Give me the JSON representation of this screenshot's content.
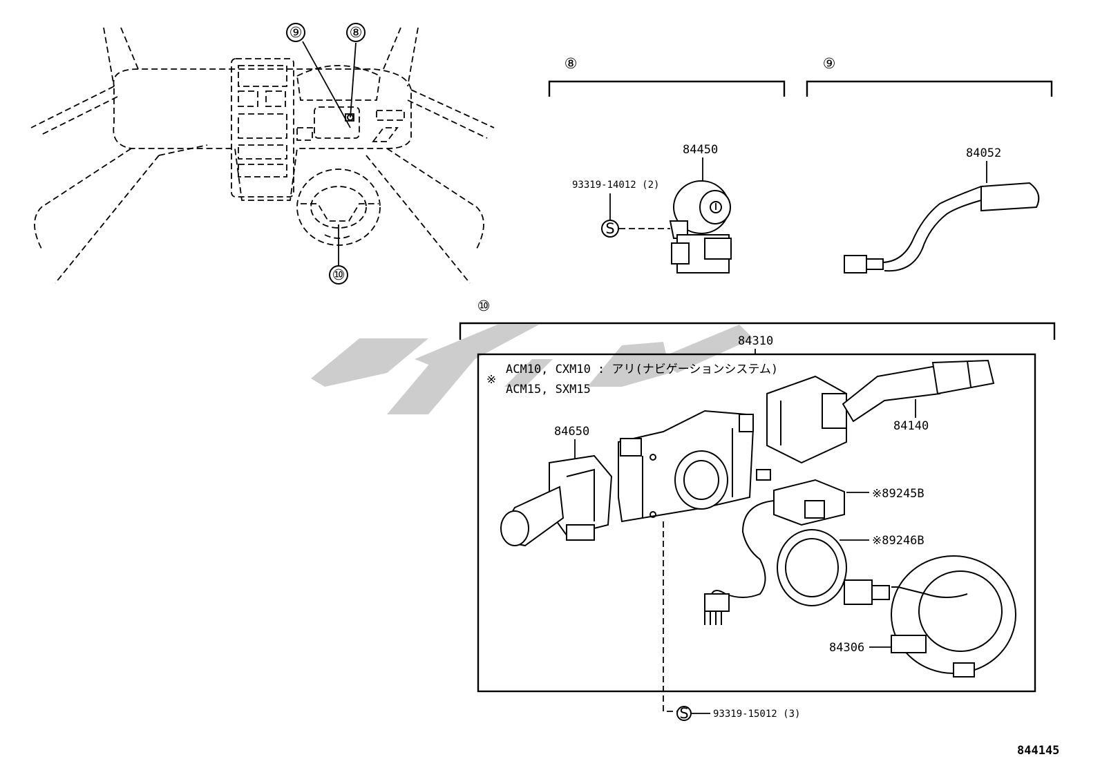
{
  "callouts": {
    "c8": "⑧",
    "c9": "⑨",
    "c10": "⑩"
  },
  "sections": {
    "s8_label": "⑧",
    "s9_label": "⑨",
    "s10_label": "⑩"
  },
  "parts": {
    "p84450": "84450",
    "p93319_14012": "93319-14012 (2)",
    "s_mark": "S",
    "p84052": "84052",
    "p84310": "84310",
    "p84650": "84650",
    "p84140": "84140",
    "p89245B": "※89245B",
    "p89246B": "※89246B",
    "p84306": "84306",
    "p93319_15012": "93319-15012 (3)"
  },
  "note": {
    "line1": "ACM10, CXM10 : アリ(ナビゲーションシステム)",
    "asterisk": "※",
    "line2": "ACM15, SXM15"
  },
  "diagram_id": "844145",
  "watermark_color": "#c8c8c8"
}
